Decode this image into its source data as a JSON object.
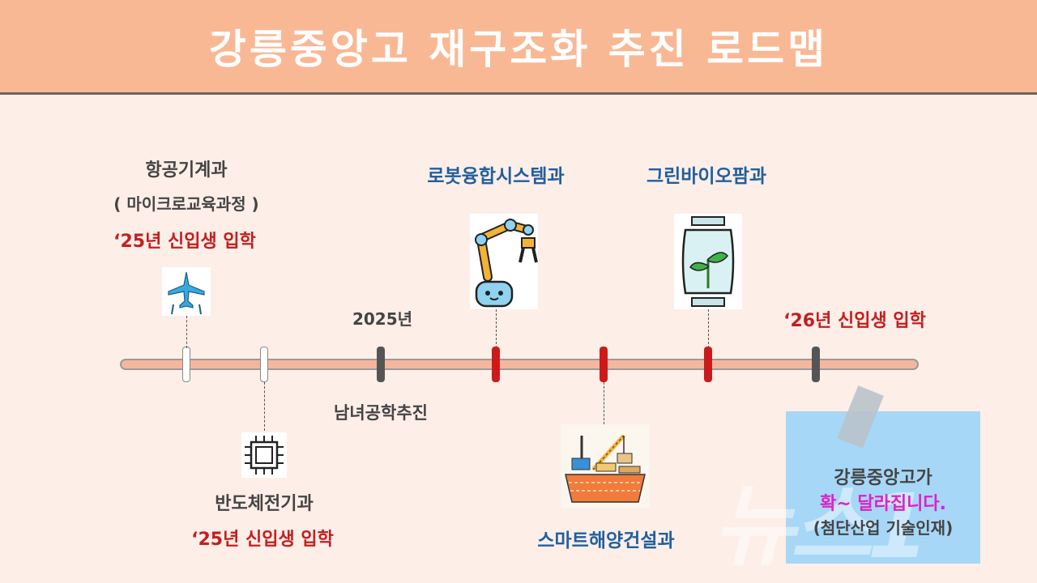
{
  "title": "강릉중앙고 재구조화 추진 로드맵",
  "labels": {
    "aero_dept": "항공기계과",
    "aero_note": "( 마이크로교육과정 )",
    "aero_admission": "‘25년 신입생 입학",
    "year_2025": "2025년",
    "coed": "남녀공학추진",
    "robot_dept": "로봇융합시스템과",
    "green_dept": "그린바이오팜과",
    "admission_26": "‘26년 신입생 입학",
    "semi_dept": "반도체전기과",
    "semi_admission": "‘25년 신입생 입학",
    "ocean_dept": "스마트해양건설과"
  },
  "note": {
    "line1": "강릉중앙고가",
    "line2": "확~ 달라집니다.",
    "line3": "(첨단산업 기술인재)"
  },
  "watermark": "뉴스1",
  "icons": [
    "airplane-icon",
    "chip-icon",
    "robot-arm-icon",
    "plant-jar-icon",
    "ship-crane-icon"
  ],
  "colors": {
    "header_bg": "#f9b894",
    "page_bg": "#fdeee8",
    "accent_red": "#c41e1e",
    "accent_blue": "#1f5f9e",
    "note_bg": "#a7d7f7",
    "note_highlight": "#e020c8"
  }
}
